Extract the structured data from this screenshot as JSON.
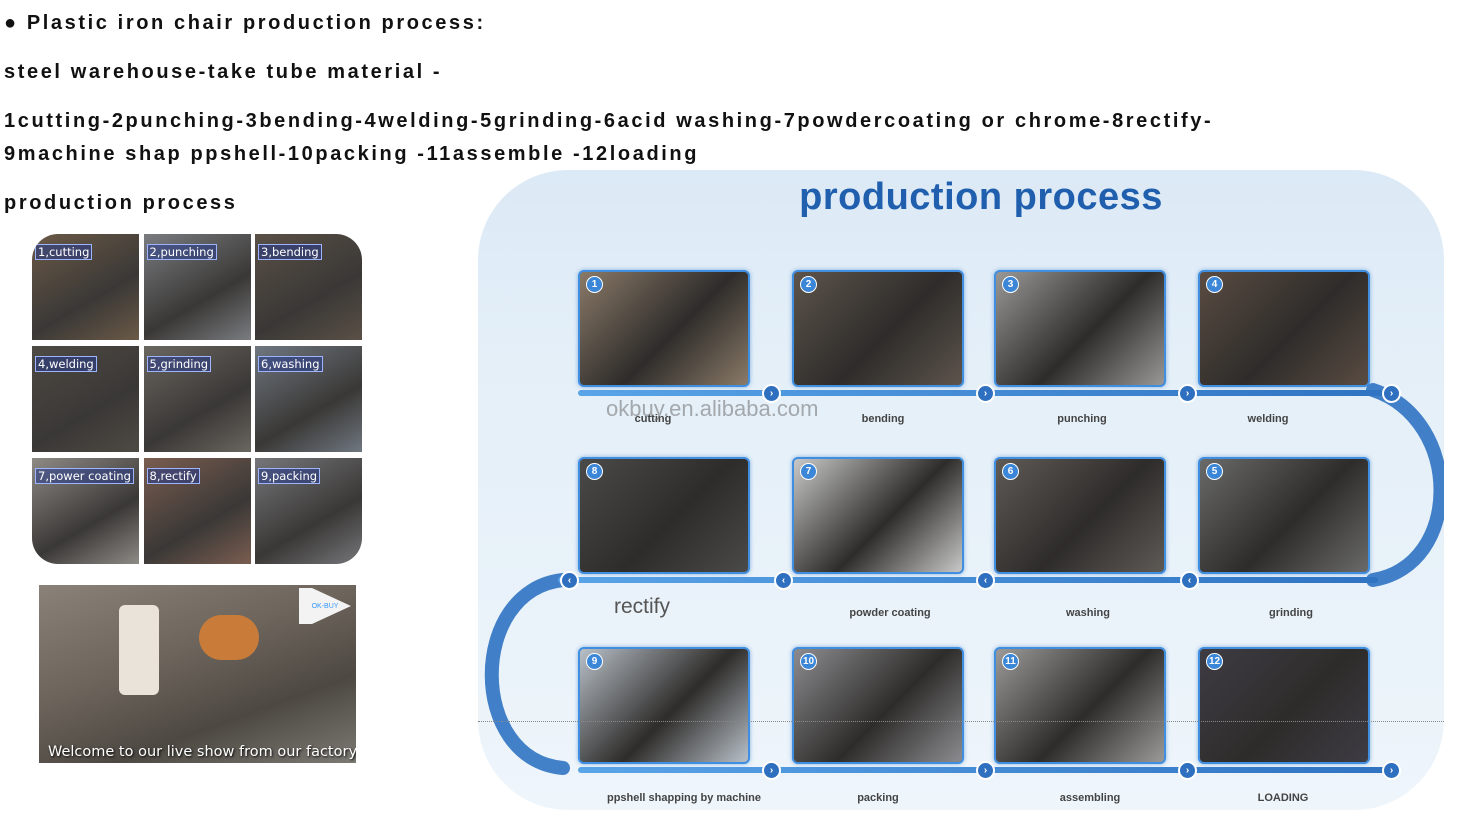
{
  "text": {
    "line1": "●  Plastic iron chair production process:",
    "line2": "steel warehouse-take tube material -",
    "line3": "1cutting-2punching-3bending-4welding-5grinding-6acid washing-7powdercoating or chrome-8rectify-",
    "line4": "9machine shap ppshell-10packing -11assemble -12loading",
    "line5": "production process"
  },
  "grid": [
    {
      "label": "1,cutting",
      "color": "#6b5a47"
    },
    {
      "label": "2,punching",
      "color": "#7a7c80"
    },
    {
      "label": "3,bending",
      "color": "#5a5046"
    },
    {
      "label": "4,welding",
      "color": "#4e4a44"
    },
    {
      "label": "5,grinding",
      "color": "#6a6660"
    },
    {
      "label": "6,washing",
      "color": "#6f7780"
    },
    {
      "label": "7,power coating",
      "color": "#8e8a86"
    },
    {
      "label": "8,rectify",
      "color": "#7a5d50"
    },
    {
      "label": "9,packing",
      "color": "#76767a"
    }
  ],
  "factory": {
    "caption": "Welcome to our live show from our factory!",
    "logo": "OK-BUY"
  },
  "panel": {
    "title": "production process",
    "watermark": "okbuy.en.alibaba.com",
    "rectify_label": "rectify",
    "steps": [
      {
        "num": "1",
        "label": "cutting"
      },
      {
        "num": "2",
        "label": "bending"
      },
      {
        "num": "3",
        "label": "punching"
      },
      {
        "num": "4",
        "label": "welding"
      },
      {
        "num": "5",
        "label": "grinding"
      },
      {
        "num": "6",
        "label": "washing"
      },
      {
        "num": "7",
        "label": "powder coating"
      },
      {
        "num": "8",
        "label": ""
      },
      {
        "num": "9",
        "label": "ppshell shapping by machine"
      },
      {
        "num": "10",
        "label": "packing"
      },
      {
        "num": "11",
        "label": "assembling"
      },
      {
        "num": "12",
        "label": "LOADING"
      }
    ],
    "arrow_symbols": {
      "right": "›",
      "left": "‹"
    },
    "photo_colors": [
      "#8a7a68",
      "#5d544c",
      "#9a9896",
      "#5a4c42",
      "#6a6a6a",
      "#5e5a56",
      "#c8c8c8",
      "#4a4a48",
      "#b8c0c8",
      "#8c8c90",
      "#9c9a98",
      "#3e3c44"
    ]
  }
}
